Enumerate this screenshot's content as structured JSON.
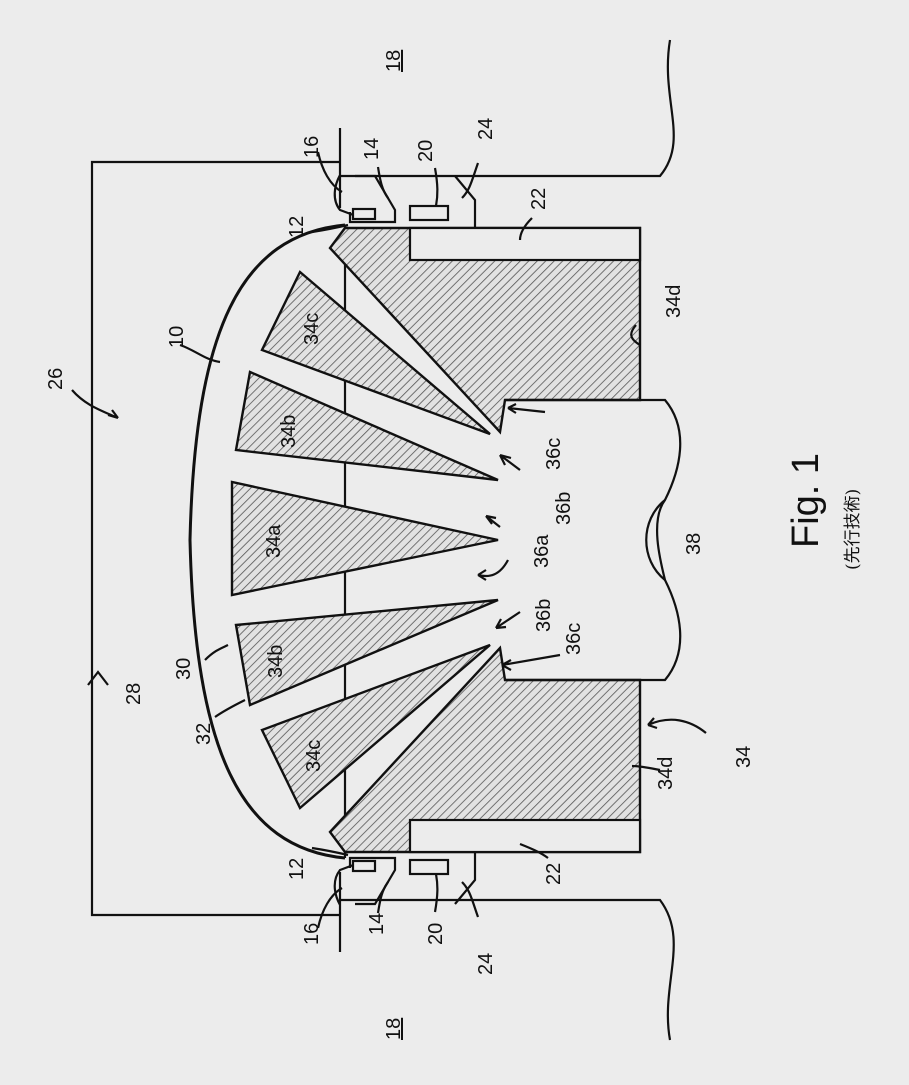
{
  "figure": {
    "caption": "Fig. 1",
    "caption_note": "(先行技術)"
  },
  "labels": {
    "l10": "10",
    "l12_top": "12",
    "l12_bottom": "12",
    "l14_top": "14",
    "l14_bottom": "14",
    "l16_top": "16",
    "l16_bottom": "16",
    "l18_top": "18",
    "l18_bottom": "18",
    "l20_top": "20",
    "l20_bottom": "20",
    "l22_top": "22",
    "l22_bottom": "22",
    "l24_top": "24",
    "l24_bottom": "24",
    "l26": "26",
    "l28": "28",
    "l30": "30",
    "l32": "32",
    "l34": "34",
    "l34a": "34a",
    "l34b_upper": "34b",
    "l34b_lower": "34b",
    "l34c_upper": "34c",
    "l34c_lower": "34c",
    "l34d_upper": "34d",
    "l34d_lower": "34d",
    "l36a": "36a",
    "l36b_upper": "36b",
    "l36b_lower": "36b",
    "l36c_upper": "36c",
    "l36c_lower": "36c",
    "l38": "38"
  }
}
